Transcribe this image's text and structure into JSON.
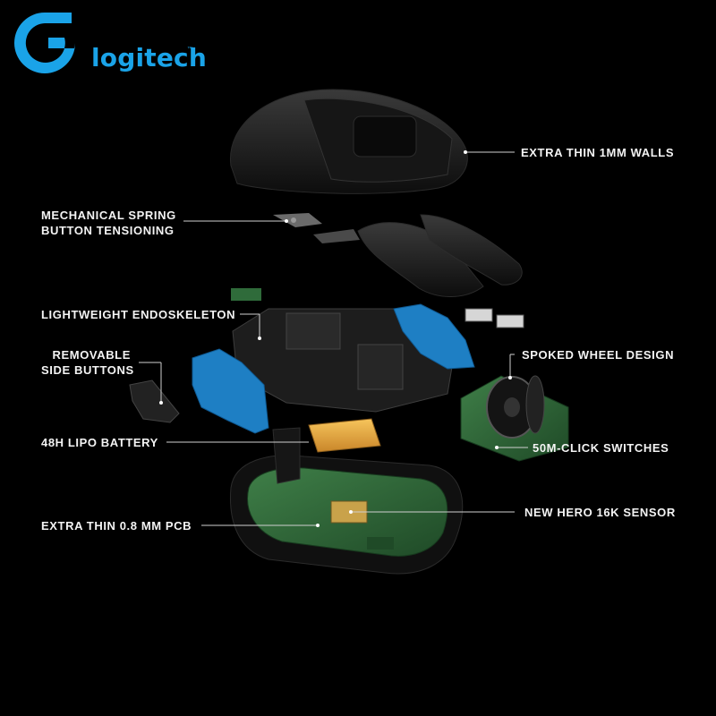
{
  "brand": {
    "name": "logitech",
    "trademark": "™",
    "color": "#1aa3e8"
  },
  "colors": {
    "background": "#000000",
    "label": "#f4f4f4",
    "accent_blue": "#1e7fc4",
    "pcb_green": "#2f6b3a",
    "battery": "#e8a93a"
  },
  "callouts": {
    "walls": "EXTRA THIN 1MM WALLS",
    "spring_line1": "MECHANICAL SPRING",
    "spring_line2": "BUTTON TENSIONING",
    "endoskeleton": "LIGHTWEIGHT ENDOSKELETON",
    "side_line1": "REMOVABLE",
    "side_line2": "SIDE BUTTONS",
    "wheel": "SPOKED WHEEL DESIGN",
    "battery": "48H LIPO BATTERY",
    "switches": "50M-CLICK SWITCHES",
    "sensor": "NEW HERO 16K SENSOR",
    "pcb": "EXTRA THIN 0.8 MM PCB"
  }
}
